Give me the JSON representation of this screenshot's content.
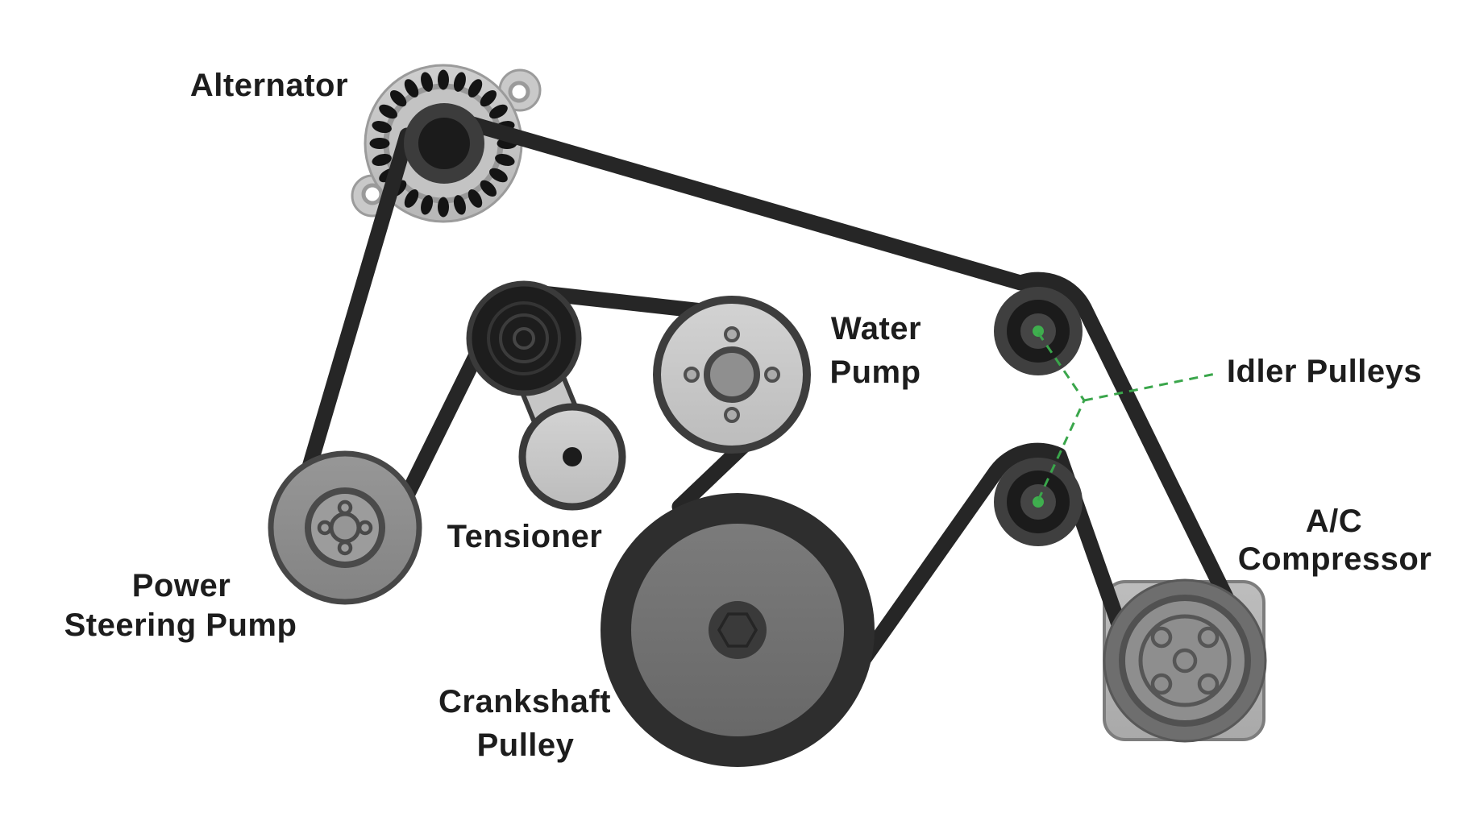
{
  "diagram": {
    "type": "serpentine-belt-routing",
    "colors": {
      "background": "#ffffff",
      "belt": "#262626",
      "accent_green": "#3aa64b",
      "label_text": "#1d1d1d"
    }
  },
  "labels": {
    "alternator": "Alternator",
    "water_pump_line1": "Water",
    "water_pump_line2": "Pump",
    "tensioner": "Tensioner",
    "power_steering_line1": "Power",
    "power_steering_line2": "Steering Pump",
    "crankshaft_line1": "Crankshaft",
    "crankshaft_line2": "Pulley",
    "idler_pulleys": "Idler Pulleys",
    "ac_line1": "A/C",
    "ac_line2": "Compressor"
  }
}
